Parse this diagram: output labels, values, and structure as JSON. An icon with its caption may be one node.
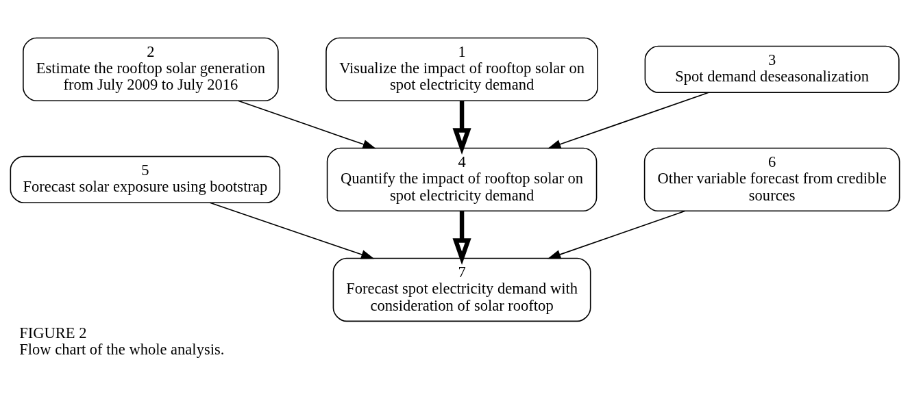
{
  "diagram": {
    "title": "FIGURE 2",
    "caption": "Flow chart of the whole analysis.",
    "nodes": [
      {
        "text": [
          "1",
          "Visualize the impact of rooftop solar on spot electricity demand"
        ]
      },
      {
        "text": [
          "2",
          "Estimate the rooftop solar generation from July 2009 to July 2016"
        ]
      },
      {
        "text": [
          "3",
          "Spot demand deseasonalization"
        ]
      },
      {
        "text": [
          "4",
          "Quantify the impact of rooftop solar on spot electricity demand"
        ]
      },
      {
        "text": [
          "5",
          "Forecast solar exposure using bootstrap"
        ]
      },
      {
        "text": [
          "6",
          "Other variable forecast from credible sources"
        ]
      },
      {
        "text": [
          "7",
          "Forecast spot electricity demand with consideration of solar rooftop"
        ]
      }
    ],
    "edges": [
      {
        "from": 0,
        "to": 3,
        "arrow": "to",
        "style": "thick"
      },
      {
        "from": 1,
        "to": 3,
        "arrow": "to"
      },
      {
        "from": 2,
        "to": 3,
        "arrow": "to"
      },
      {
        "from": 3,
        "to": 6,
        "arrow": "to",
        "style": "thick"
      },
      {
        "from": 4,
        "to": 6,
        "arrow": "to"
      },
      {
        "from": 5,
        "to": 6,
        "arrow": "to"
      }
    ]
  }
}
